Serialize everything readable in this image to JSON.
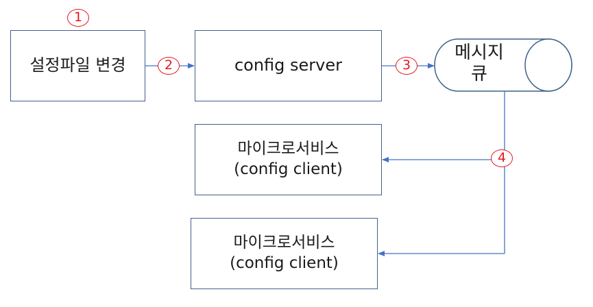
{
  "boxes": {
    "config_change": {
      "label": "설정파일 변경"
    },
    "config_server": {
      "label": "config server"
    },
    "microservice_1": {
      "label_line1": "마이크로서비스",
      "label_line2": "(config client)"
    },
    "microservice_2": {
      "label_line1": "마이크로서비스",
      "label_line2": "(config client)"
    }
  },
  "queue": {
    "label_line1": "메시지",
    "label_line2": "큐"
  },
  "steps": {
    "one": "1",
    "two": "2",
    "three": "3",
    "four": "4"
  },
  "colors": {
    "box_border": "#3f5f8a",
    "arrow": "#4472c4",
    "step_marker": "#e8151b"
  }
}
